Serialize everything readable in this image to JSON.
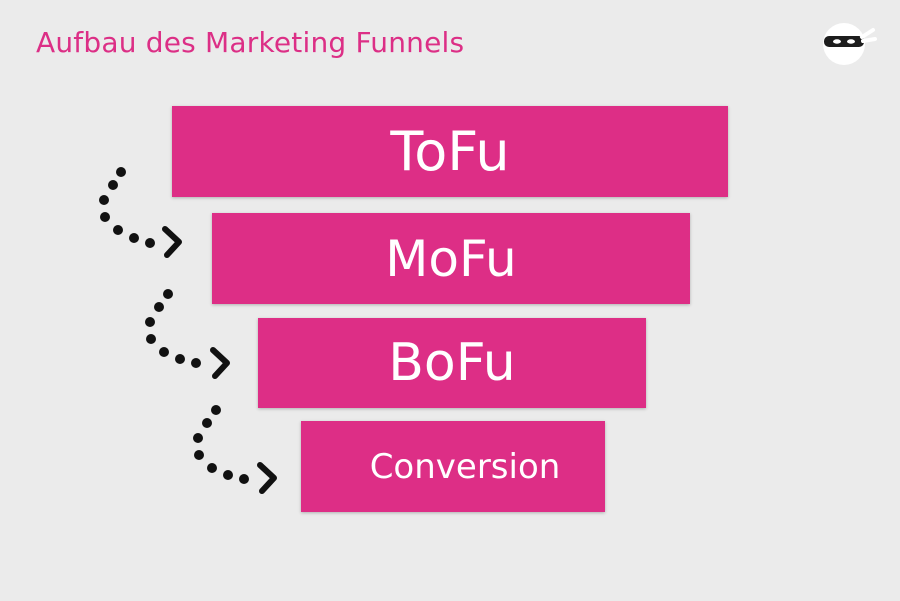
{
  "title": "Aufbau des Marketing Funnels",
  "colors": {
    "accent": "#dd2e86",
    "background": "#ebebeb",
    "stage_text": "#ffffff",
    "arrow": "#111111"
  },
  "logo": {
    "icon": "ninja-head-icon"
  },
  "funnel": {
    "stages": [
      {
        "label": "ToFu"
      },
      {
        "label": "MoFu"
      },
      {
        "label": "BoFu"
      },
      {
        "label": "Conversion"
      }
    ]
  },
  "arrows": [
    {
      "icon": "dotted-curved-arrow-icon"
    },
    {
      "icon": "dotted-curved-arrow-icon"
    },
    {
      "icon": "dotted-curved-arrow-icon"
    }
  ]
}
